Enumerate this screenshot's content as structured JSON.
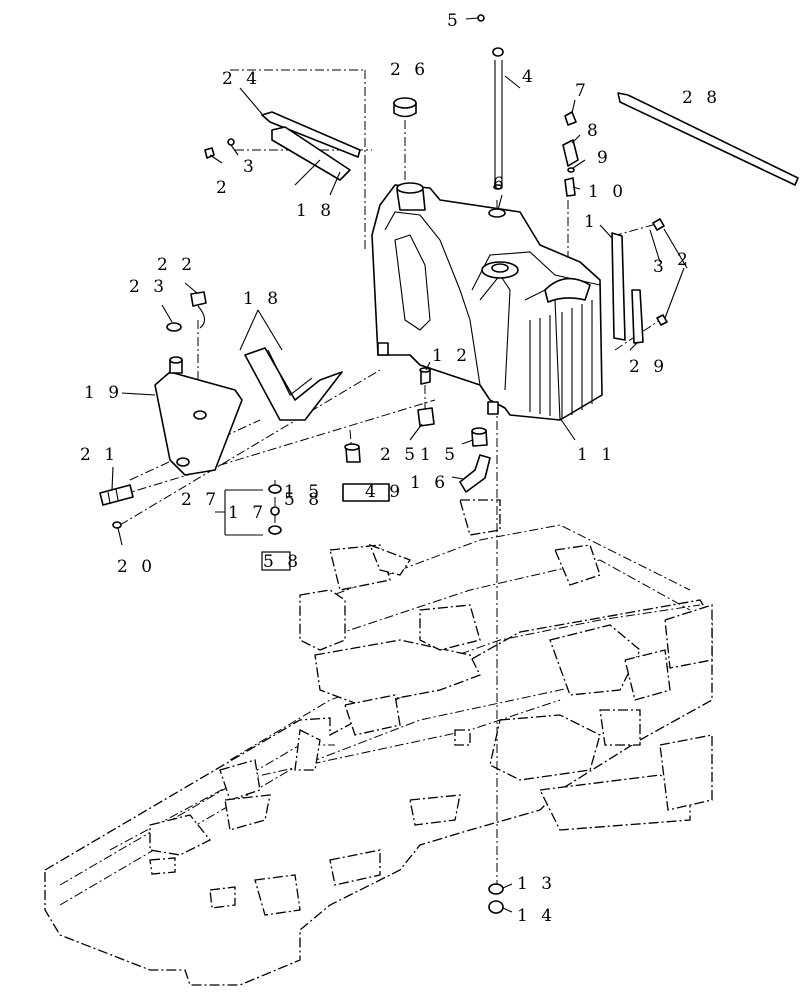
{
  "callouts": [
    {
      "id": "c5",
      "text": "5"
    },
    {
      "id": "c4",
      "text": "4"
    },
    {
      "id": "c7",
      "text": "7"
    },
    {
      "id": "c28",
      "text": "2 8"
    },
    {
      "id": "c24",
      "text": "2 4"
    },
    {
      "id": "c26",
      "text": "2 6"
    },
    {
      "id": "c8",
      "text": "8"
    },
    {
      "id": "c9",
      "text": "9"
    },
    {
      "id": "c3a",
      "text": "3"
    },
    {
      "id": "c2a",
      "text": "2"
    },
    {
      "id": "c6",
      "text": "6"
    },
    {
      "id": "c10",
      "text": "1 0"
    },
    {
      "id": "c18a",
      "text": "1 8"
    },
    {
      "id": "c1",
      "text": "1"
    },
    {
      "id": "c3b",
      "text": "3"
    },
    {
      "id": "c2b",
      "text": "2"
    },
    {
      "id": "c22",
      "text": "2 2"
    },
    {
      "id": "c23",
      "text": "2 3"
    },
    {
      "id": "c18b",
      "text": "1 8"
    },
    {
      "id": "c12",
      "text": "1 2"
    },
    {
      "id": "c29",
      "text": "2 9"
    },
    {
      "id": "c19",
      "text": "1 9"
    },
    {
      "id": "c25",
      "text": "2 5"
    },
    {
      "id": "c15a",
      "text": "1 5"
    },
    {
      "id": "c11",
      "text": "1 1"
    },
    {
      "id": "c21",
      "text": "2 1"
    },
    {
      "id": "c16",
      "text": "1 6"
    },
    {
      "id": "c27",
      "text": "2 7"
    },
    {
      "id": "c15b",
      "text": "1 5"
    },
    {
      "id": "c58a",
      "text": "5 8"
    },
    {
      "id": "c49",
      "text": "4 9"
    },
    {
      "id": "c17",
      "text": "1 7"
    },
    {
      "id": "c58b",
      "text": "5 8"
    },
    {
      "id": "c20",
      "text": "2 0"
    },
    {
      "id": "c13",
      "text": "1 3"
    },
    {
      "id": "c14",
      "text": "1 4"
    }
  ]
}
